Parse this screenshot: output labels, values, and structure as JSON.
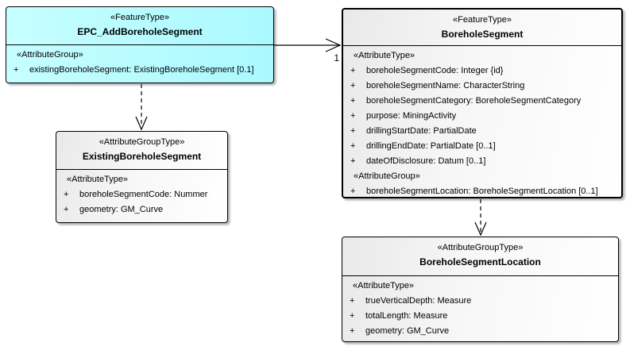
{
  "colors": {
    "highlight_fill": "#aaf9ff",
    "box_fill_start": "#e9e9e9",
    "box_fill_end": "#ffffff",
    "border": "#000000",
    "text": "#000000"
  },
  "classes": [
    {
      "stereotype": "«FeatureType»",
      "name": "EPC_AddBoreholeSegment",
      "sections": [
        {
          "label": "«AttributeGroup»",
          "attributes": [
            {
              "vis": "+",
              "text": "existingBoreholeSegment: ExistingBoreholeSegment [0.1]"
            }
          ]
        }
      ]
    },
    {
      "stereotype": "«FeatureType»",
      "name": "BoreholeSegment",
      "sections": [
        {
          "label": "«AttributeType»",
          "attributes": [
            {
              "vis": "+",
              "text": "boreholeSegmentCode: Integer {id}"
            },
            {
              "vis": "+",
              "text": "boreholeSegmentName: CharacterString"
            },
            {
              "vis": "+",
              "text": "boreholeSegmentCategory: BoreholeSegmentCategory"
            },
            {
              "vis": "+",
              "text": "purpose: MiningActivity"
            },
            {
              "vis": "+",
              "text": "drillingStartDate: PartialDate"
            },
            {
              "vis": "+",
              "text": "drillingEndDate: PartialDate [0..1]"
            },
            {
              "vis": "+",
              "text": "dateOfDisclosure: Datum [0..1]"
            }
          ]
        },
        {
          "label": "«AttributeGroup»",
          "attributes": [
            {
              "vis": "+",
              "text": "boreholeSegmentLocation: BoreholeSegmentLocation [0..1]"
            }
          ]
        }
      ]
    },
    {
      "stereotype": "«AttributeGroupType»",
      "name": "ExistingBoreholeSegment",
      "sections": [
        {
          "label": "«AttributeType»",
          "attributes": [
            {
              "vis": "+",
              "text": "boreholeSegmentCode: Nummer"
            },
            {
              "vis": "+",
              "text": "geometry: GM_Curve"
            }
          ]
        }
      ]
    },
    {
      "stereotype": "«AttributeGroupType»",
      "name": "BoreholeSegmentLocation",
      "sections": [
        {
          "label": "«AttributeType»",
          "attributes": [
            {
              "vis": "+",
              "text": "trueVerticalDepth: Measure"
            },
            {
              "vis": "+",
              "text": "totalLength: Measure"
            },
            {
              "vis": "+",
              "text": "geometry: GM_Curve"
            }
          ]
        }
      ]
    }
  ],
  "connectors": [
    {
      "type": "association",
      "from": "EPC_AddBoreholeSegment",
      "to": "BoreholeSegment",
      "target_multiplicity": "1"
    },
    {
      "type": "dependency",
      "from": "EPC_AddBoreholeSegment",
      "to": "ExistingBoreholeSegment"
    },
    {
      "type": "dependency",
      "from": "BoreholeSegment",
      "to": "BoreholeSegmentLocation"
    }
  ]
}
